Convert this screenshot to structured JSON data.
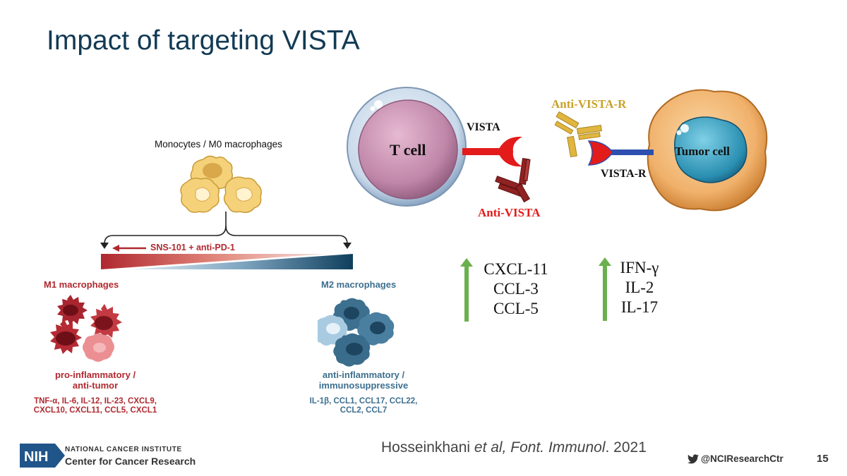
{
  "slide": {
    "title": "Impact of targeting VISTA",
    "page_number": "15"
  },
  "left_panel": {
    "monocytes_label": "Monocytes / M0 macrophages",
    "treatment_label": "SNS-101 + anti-PD-1",
    "m1": {
      "title": "M1 macrophages",
      "type_line1": "pro-inflammatory /",
      "type_line2": "anti-tumor",
      "markers_line1": "TNF-α, IL-6, IL-12, IL-23, CXCL9,",
      "markers_line2": "CXCL10, CXCL11, CCL5, CXCL1"
    },
    "m2": {
      "title": "M2 macrophages",
      "type_line1": "anti-inflammatory /",
      "type_line2": "immunosuppressive",
      "markers_line1": "IL-1β, CCL1, CCL17, CCL22,",
      "markers_line2": "CCL2, CCL7"
    }
  },
  "right_panel": {
    "t_cell_label": "T cell",
    "vista_label": "VISTA",
    "anti_vista_label": "Anti-VISTA",
    "anti_vista_r_label": "Anti-VISTA-R",
    "vista_r_label": "VISTA-R",
    "tumor_cell_label": "Tumor cell",
    "chemokines": [
      "CXCL-11",
      "CCL-3",
      "CCL-5"
    ],
    "cytokines": [
      "IFN-γ",
      "IL-2",
      "IL-17"
    ]
  },
  "citation": {
    "author": "Hosseinkhani ",
    "etal": "et al, Font. Immunol",
    "year": ". 2021"
  },
  "footer": {
    "nih_text": "NIH",
    "institute": "NATIONAL CANCER INSTITUTE",
    "center": "Center for Cancer Research",
    "twitter": "@NCIResearchCtr"
  },
  "colors": {
    "title": "#123a54",
    "m1_red": "#b0282f",
    "m2_blue": "#3d6f8f",
    "vista_red": "#e31b1b",
    "anti_vista_r_gold": "#c9a227",
    "upregulation_arrow_green": "#6ab04c"
  }
}
